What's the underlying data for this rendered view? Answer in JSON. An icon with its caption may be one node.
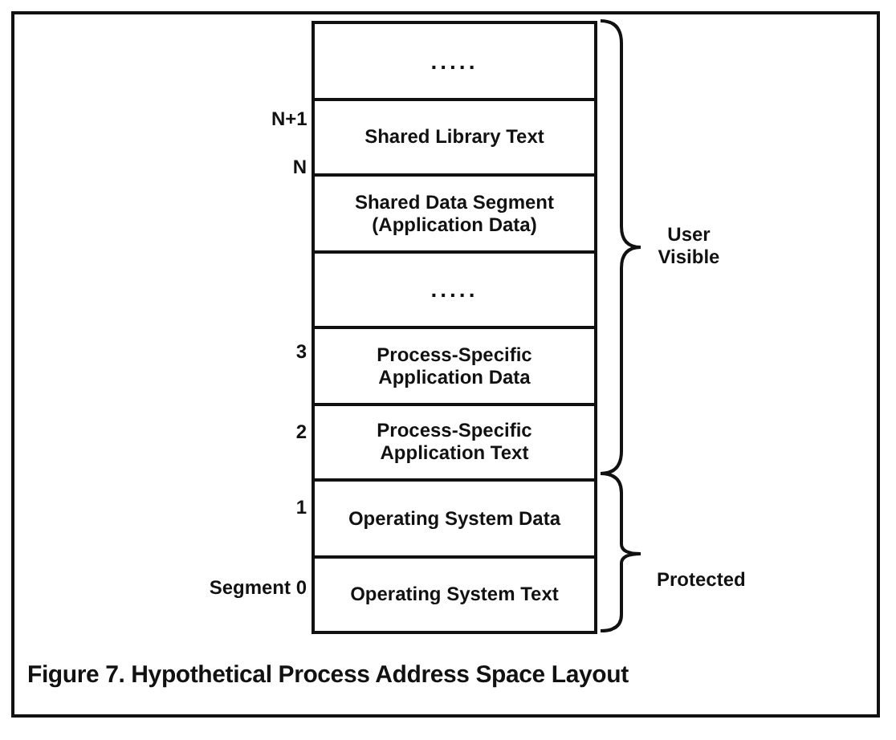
{
  "diagram": {
    "caption": "Figure 7. Hypothetical Process Address Space Layout",
    "nodes": [
      {
        "text": [
          "....."
        ]
      },
      {
        "text": [
          "Shared Library Text"
        ]
      },
      {
        "text": [
          "Shared Data Segment (Application Data)"
        ]
      },
      {
        "text": [
          "....."
        ]
      },
      {
        "text": [
          "Process-Specific Application Data"
        ]
      },
      {
        "text": [
          "Process-Specific Application Text"
        ]
      },
      {
        "text": [
          "Operating System Data"
        ]
      },
      {
        "text": [
          "Operating System Text"
        ]
      }
    ],
    "labels": [
      "N+1",
      "N",
      "3",
      "2",
      "1",
      "Segment 0",
      "User Visible",
      "Protected"
    ]
  }
}
